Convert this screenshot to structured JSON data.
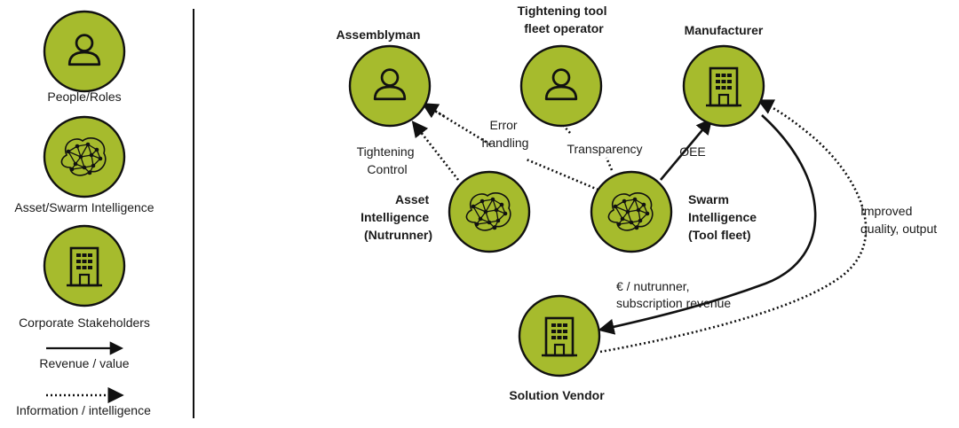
{
  "colors": {
    "node_fill": "#a6bb2d",
    "stroke": "#111111",
    "background": "#ffffff"
  },
  "legend": {
    "people": {
      "icon": "person-icon",
      "label": "People/Roles"
    },
    "swarm": {
      "icon": "network-icon",
      "label": "Asset/Swarm Intelligence"
    },
    "corporate": {
      "icon": "building-icon",
      "label": "Corporate Stakeholders"
    },
    "revenue": {
      "line": "solid-arrow",
      "label": "Revenue / value"
    },
    "information": {
      "line": "dotted-arrow",
      "label": "Information / intelligence"
    }
  },
  "nodes": {
    "assemblyman": {
      "icon": "person-icon",
      "title": [
        "Assemblyman"
      ]
    },
    "fleet_operator": {
      "icon": "person-icon",
      "title": [
        "Tightening tool",
        "fleet operator"
      ]
    },
    "manufacturer": {
      "icon": "building-icon",
      "title": [
        "Manufacturer"
      ]
    },
    "asset_intelligence": {
      "icon": "network-icon",
      "title": [
        "Asset",
        "Intelligence",
        "(Nutrunner)"
      ]
    },
    "swarm_intelligence": {
      "icon": "network-icon",
      "title": [
        "Swarm",
        "Intelligence",
        "(Tool fleet)"
      ]
    },
    "solution_vendor": {
      "icon": "building-icon",
      "title": [
        "Solution Vendor"
      ]
    }
  },
  "edges": {
    "tightening_control": {
      "type": "dotted",
      "label": [
        "Tightening",
        "Control"
      ]
    },
    "error_handling": {
      "type": "dotted",
      "label": [
        "Error",
        "handling"
      ]
    },
    "transparency": {
      "type": "dotted",
      "label": [
        "Transparency"
      ]
    },
    "oee": {
      "type": "solid",
      "label": [
        "OEE"
      ]
    },
    "revenue": {
      "type": "solid",
      "label": [
        "€ / nutrunner,",
        "subscription revenue"
      ]
    },
    "improved_quality": {
      "type": "dotted",
      "label": [
        "Improved",
        "quality, output"
      ]
    }
  }
}
